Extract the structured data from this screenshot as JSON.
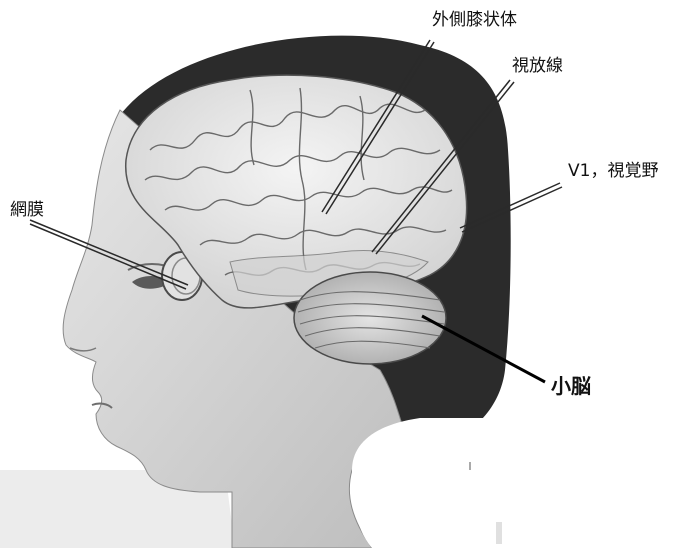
{
  "labels": {
    "lateral_geniculate": "外側膝状体",
    "optic_radiation": "視放線",
    "visual_cortex": "V1，視覚野",
    "retina": "網膜",
    "cerebellum": "小脳"
  },
  "colors": {
    "hair": "#2a2a2a",
    "skin": "#dedede",
    "brain": "#e9e9e9",
    "cerebellum": "#cfcfcf",
    "leader_line": "#111111",
    "background": "#ffffff"
  }
}
